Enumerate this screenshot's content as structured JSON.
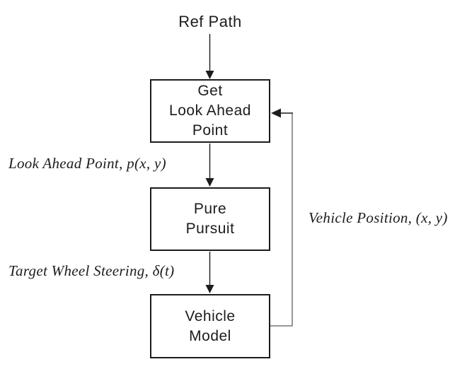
{
  "diagram": {
    "input_label": "Ref Path",
    "nodes": [
      {
        "id": "get-look-ahead-point",
        "label": "Get\nLook Ahead\nPoint"
      },
      {
        "id": "pure-pursuit",
        "label": "Pure\nPursuit"
      },
      {
        "id": "vehicle-model",
        "label": "Vehicle\nModel"
      }
    ],
    "edge_labels": [
      {
        "id": "look-ahead-point",
        "text": "Look Ahead Point, p(x, y)"
      },
      {
        "id": "target-wheel-steering",
        "text": "Target Wheel Steering, δ(t)"
      },
      {
        "id": "vehicle-position",
        "text": "Vehicle Position, (x, y)"
      }
    ],
    "colors": {
      "stroke": "#1c1c1c",
      "feedback_line": "#8c8c8c",
      "background": "#ffffff"
    }
  }
}
